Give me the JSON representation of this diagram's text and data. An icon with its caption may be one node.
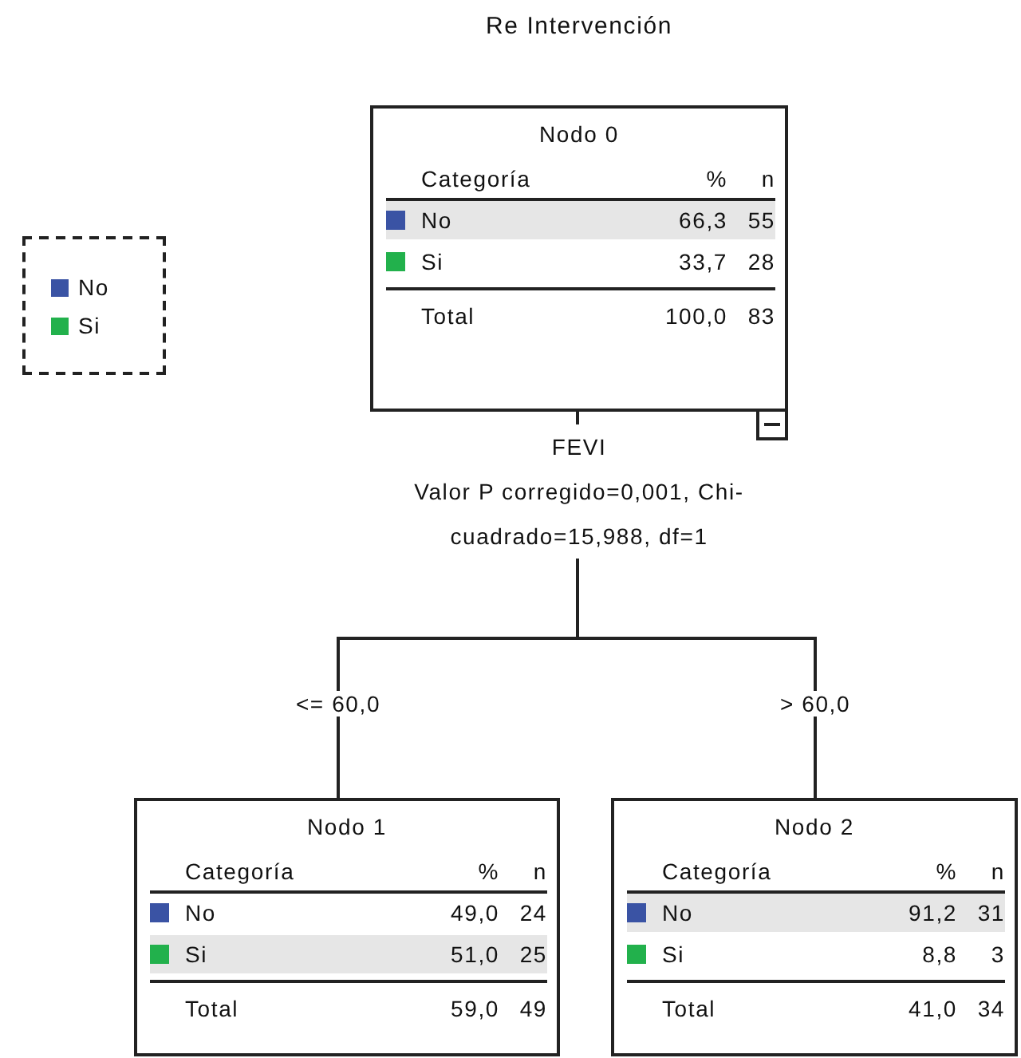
{
  "diagram": {
    "title": "Re Intervención",
    "nodes": [
      {
        "text": [
          "Nodo 0",
          "Categoría",
          "%",
          "n",
          "No",
          "66,3",
          "55",
          "Si",
          "33,7",
          "28",
          "Total",
          "100,0",
          "83"
        ]
      },
      {
        "text": [
          "Nodo 1",
          "Categoría",
          "%",
          "n",
          "No",
          "49,0",
          "24",
          "Si",
          "51,0",
          "25",
          "Total",
          "59,0",
          "49"
        ]
      },
      {
        "text": [
          "Nodo 2",
          "Categoría",
          "%",
          "n",
          "No",
          "91,2",
          "31",
          "Si",
          "8,8",
          "3",
          "Total",
          "41,0",
          "34"
        ]
      }
    ],
    "edges": [
      {
        "from": 0,
        "to": 1,
        "arrow": "none",
        "label": "<= 60,0"
      },
      {
        "from": 0,
        "to": 2,
        "arrow": "none",
        "label": "> 60,0"
      }
    ],
    "labels": [
      "FEVI",
      "Valor P corregido=0,001, Chi-cuadrado=15,988, df=1"
    ],
    "legend": [
      {
        "text": "No",
        "color": "#3a53a4"
      },
      {
        "text": "Si",
        "color": "#22b14c"
      }
    ]
  }
}
